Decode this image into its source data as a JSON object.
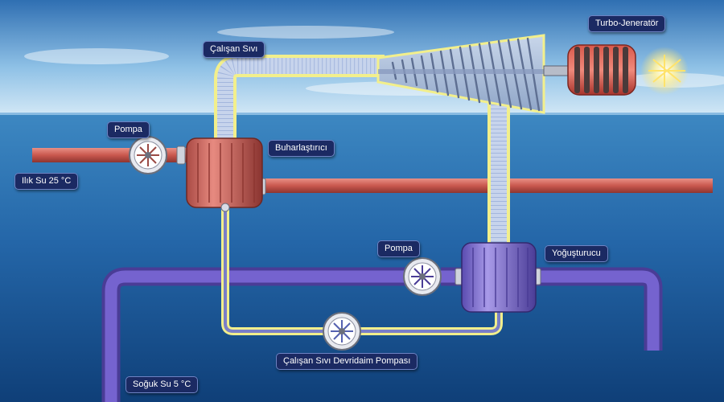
{
  "labels": {
    "working_fluid": "Çalışan Sıvı",
    "turbo_generator": "Turbo-Jeneratör",
    "pump_warm": "Pompa",
    "evaporator": "Buharlaştırıcı",
    "warm_water": "Ilık Su 25 °C",
    "pump_cold": "Pompa",
    "condenser": "Yoğuşturucu",
    "circulation_pump": "Çalışan Sıvı Devridaim Pompası",
    "cold_water": "Soğuk Su 5 °C"
  },
  "colors": {
    "sky_top": "#2f6fb2",
    "sky_bottom": "#cfe6f5",
    "sea_top": "#3d88c2",
    "sea_bottom": "#0f3f78",
    "warm_pipe": "#c9584e",
    "cold_pipe": "#6b57c4",
    "fluid_pipe_fill": "#c7d4ec",
    "fluid_pipe_outline": "#f2ef8c",
    "label_background": "#1b2a63"
  },
  "icons": [
    "pump-rotor-icon",
    "generator-coil-icon",
    "spark-icon"
  ]
}
